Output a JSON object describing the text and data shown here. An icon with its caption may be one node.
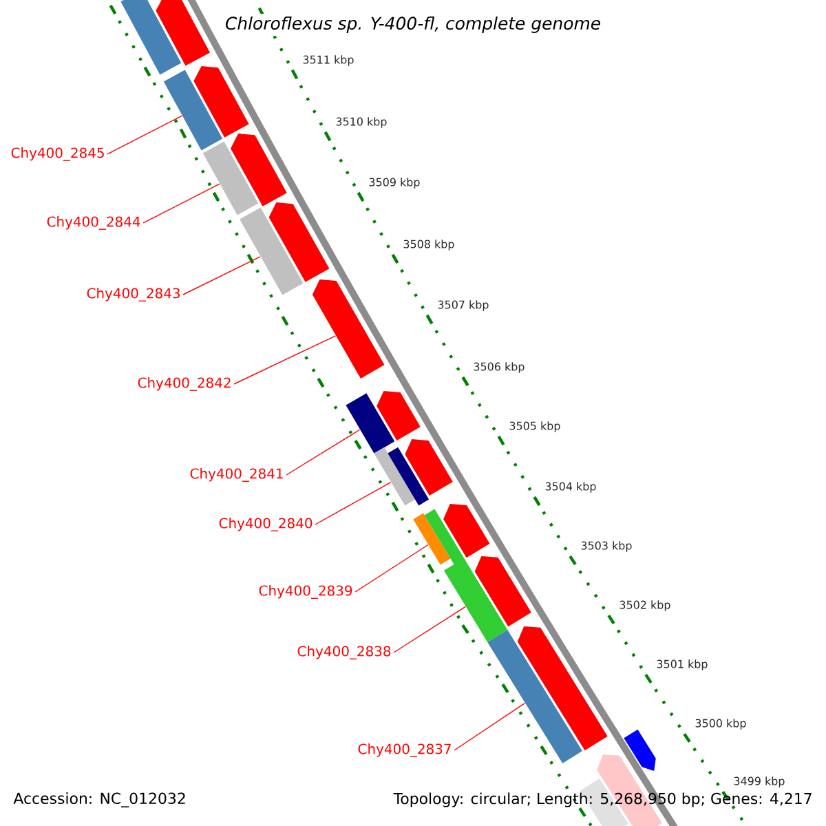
{
  "diagram": {
    "title": "Chloroflexus sp. Y-400-fl, complete genome",
    "nodes": [
      {
        "text": [
          "Chy400_2845"
        ]
      },
      {
        "text": [
          "Chy400_2844"
        ]
      },
      {
        "text": [
          "Chy400_2843"
        ]
      },
      {
        "text": [
          "Chy400_2842"
        ]
      },
      {
        "text": [
          "Chy400_2841"
        ]
      },
      {
        "text": [
          "Chy400_2840"
        ]
      },
      {
        "text": [
          "Chy400_2839"
        ]
      },
      {
        "text": [
          "Chy400_2838"
        ]
      },
      {
        "text": [
          "Chy400_2837"
        ]
      },
      {
        "text": [],
        "shape": "bar"
      },
      {
        "text": [],
        "shape": "arrow"
      },
      {
        "text": [],
        "shape": "arrow"
      },
      {
        "text": [],
        "shape": "bar"
      },
      {
        "text": [],
        "shape": "arrow"
      },
      {
        "text": [],
        "shape": "bar"
      },
      {
        "text": [],
        "shape": "arrow"
      },
      {
        "text": [],
        "shape": "bar"
      },
      {
        "text": [],
        "shape": "arrow"
      },
      {
        "text": [],
        "shape": "arrow"
      },
      {
        "text": [],
        "shape": "bar"
      },
      {
        "text": [],
        "shape": "arrow"
      },
      {
        "text": [],
        "shape": "bar"
      },
      {
        "text": [],
        "shape": "arrow"
      },
      {
        "text": [],
        "shape": "bar"
      },
      {
        "text": [],
        "shape": "arrow"
      },
      {
        "text": [],
        "shape": "bar"
      },
      {
        "text": [],
        "shape": "arrow"
      },
      {
        "text": [],
        "shape": "bar"
      },
      {
        "text": [],
        "shape": "arrow"
      },
      {
        "text": [],
        "shape": "arrow"
      },
      {
        "text": [],
        "shape": "bar"
      }
    ],
    "edges": [
      {
        "from": 0,
        "to": 12,
        "arrow": "none"
      },
      {
        "from": 1,
        "to": 14,
        "arrow": "none"
      },
      {
        "from": 2,
        "to": 16,
        "arrow": "none"
      },
      {
        "from": 3,
        "to": 17,
        "arrow": "none"
      },
      {
        "from": 4,
        "to": 19,
        "arrow": "none"
      },
      {
        "from": 5,
        "to": 21,
        "arrow": "none"
      },
      {
        "from": 6,
        "to": 23,
        "arrow": "none"
      },
      {
        "from": 7,
        "to": 25,
        "arrow": "none"
      },
      {
        "from": 8,
        "to": 27,
        "arrow": "none"
      }
    ],
    "labels": [
      "3511 kbp",
      "3510 kbp",
      "3509 kbp",
      "3508 kbp",
      "3507 kbp",
      "3506 kbp",
      "3505 kbp",
      "3504 kbp",
      "3503 kbp",
      "3502 kbp",
      "3501 kbp",
      "3500 kbp",
      "3499 kbp",
      "Accession: NC_012032",
      "Topology: circular; Length: 5,268,950 bp; Genes: 4,217"
    ]
  }
}
